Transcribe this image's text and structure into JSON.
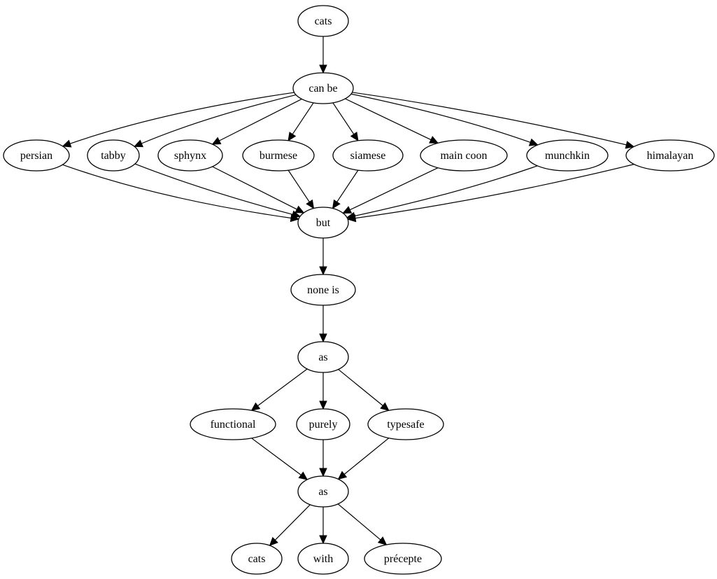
{
  "graph": {
    "nodes": [
      {
        "id": "n_cats_top",
        "label": "cats"
      },
      {
        "id": "n_canbe",
        "label": "can be"
      },
      {
        "id": "n_persian",
        "label": "persian"
      },
      {
        "id": "n_tabby",
        "label": "tabby"
      },
      {
        "id": "n_sphynx",
        "label": "sphynx"
      },
      {
        "id": "n_burmese",
        "label": "burmese"
      },
      {
        "id": "n_siamese",
        "label": "siamese"
      },
      {
        "id": "n_maincoon",
        "label": "main coon"
      },
      {
        "id": "n_munchkin",
        "label": "munchkin"
      },
      {
        "id": "n_himalayan",
        "label": "himalayan"
      },
      {
        "id": "n_but",
        "label": "but"
      },
      {
        "id": "n_noneis",
        "label": "none is"
      },
      {
        "id": "n_as1",
        "label": "as"
      },
      {
        "id": "n_functional",
        "label": "functional"
      },
      {
        "id": "n_purely",
        "label": "purely"
      },
      {
        "id": "n_typesafe",
        "label": "typesafe"
      },
      {
        "id": "n_as2",
        "label": "as"
      },
      {
        "id": "n_cats_bottom",
        "label": "cats"
      },
      {
        "id": "n_with",
        "label": "with"
      },
      {
        "id": "n_precepte",
        "label": "précepte"
      }
    ],
    "edges": [
      {
        "from": "n_cats_top",
        "to": "n_canbe"
      },
      {
        "from": "n_canbe",
        "to": "n_persian"
      },
      {
        "from": "n_canbe",
        "to": "n_tabby"
      },
      {
        "from": "n_canbe",
        "to": "n_sphynx"
      },
      {
        "from": "n_canbe",
        "to": "n_burmese"
      },
      {
        "from": "n_canbe",
        "to": "n_siamese"
      },
      {
        "from": "n_canbe",
        "to": "n_maincoon"
      },
      {
        "from": "n_canbe",
        "to": "n_munchkin"
      },
      {
        "from": "n_canbe",
        "to": "n_himalayan"
      },
      {
        "from": "n_persian",
        "to": "n_but"
      },
      {
        "from": "n_tabby",
        "to": "n_but"
      },
      {
        "from": "n_sphynx",
        "to": "n_but"
      },
      {
        "from": "n_burmese",
        "to": "n_but"
      },
      {
        "from": "n_siamese",
        "to": "n_but"
      },
      {
        "from": "n_maincoon",
        "to": "n_but"
      },
      {
        "from": "n_munchkin",
        "to": "n_but"
      },
      {
        "from": "n_himalayan",
        "to": "n_but"
      },
      {
        "from": "n_but",
        "to": "n_noneis"
      },
      {
        "from": "n_noneis",
        "to": "n_as1"
      },
      {
        "from": "n_as1",
        "to": "n_functional"
      },
      {
        "from": "n_as1",
        "to": "n_purely"
      },
      {
        "from": "n_as1",
        "to": "n_typesafe"
      },
      {
        "from": "n_functional",
        "to": "n_as2"
      },
      {
        "from": "n_purely",
        "to": "n_as2"
      },
      {
        "from": "n_typesafe",
        "to": "n_as2"
      },
      {
        "from": "n_as2",
        "to": "n_cats_bottom"
      },
      {
        "from": "n_as2",
        "to": "n_with"
      },
      {
        "from": "n_as2",
        "to": "n_precepte"
      }
    ]
  }
}
